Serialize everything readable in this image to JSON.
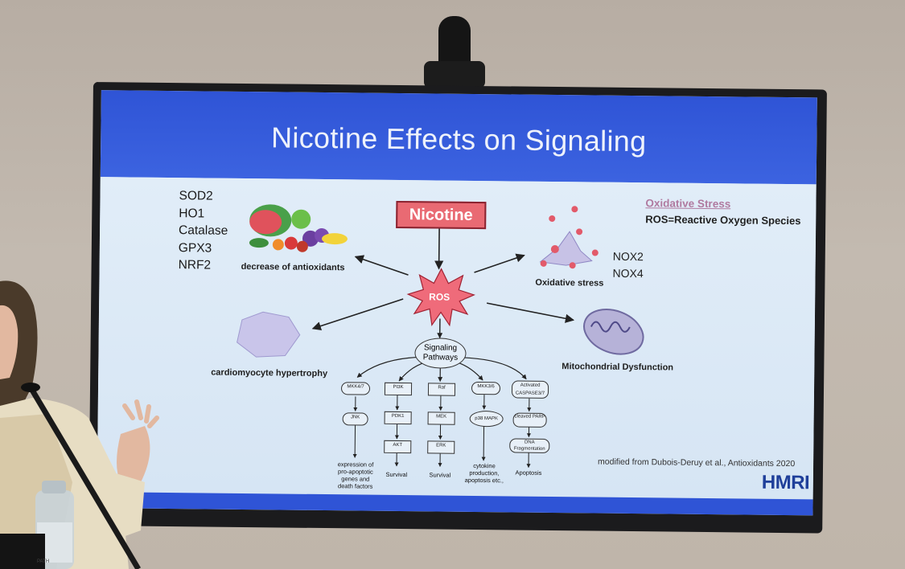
{
  "slide": {
    "title": "Nicotine Effects on Signaling",
    "antioxidant_list": [
      "SOD2",
      "HO1",
      "Catalase",
      "GPX3",
      "NRF2"
    ],
    "nicotine_label": "Nicotine",
    "ros_label": "ROS",
    "oxidative_stress_title": "Oxidative Stress",
    "ros_definition": "ROS=Reactive Oxygen Species",
    "nox_list": [
      "NOX2",
      "NOX4"
    ],
    "captions": {
      "antioxidants": "decrease of antioxidants",
      "oxidative": "Oxidative stress",
      "cardio": "cardiomyocyte hypertrophy",
      "mito": "Mitochondrial Dysfunction"
    },
    "signaling_label_1": "Signaling",
    "signaling_label_2": "Pathways",
    "pathways": {
      "p1": [
        "MKK4/7",
        "JNK"
      ],
      "p2": [
        "PI3K",
        "PDK1",
        "AKT"
      ],
      "p3": [
        "Raf",
        "MEK",
        "ERK"
      ],
      "p4": [
        "MKK3/6",
        "p38 MAPK"
      ],
      "p5": [
        "Activated CASPASE3/7",
        "cleaved PARP",
        "DNA Fragmentation"
      ]
    },
    "outcomes": {
      "o1": [
        "expression of",
        "pro-apoptotic",
        "genes and",
        "death factors"
      ],
      "o2": [
        "Survival"
      ],
      "o3": [
        "Survival"
      ],
      "o4": [
        "cytokine",
        "production,",
        "apoptosis etc.,"
      ],
      "o5": [
        "Apoptosis"
      ]
    },
    "credit": "modified from Dubois-Deruy et al., Antioxidants 2020",
    "logo": "HMRI"
  },
  "bottle_label": "PATH",
  "icons": [
    "camera-icon",
    "fruits-vegetables-icon",
    "ros-burst-icon",
    "oxidative-cell-icon",
    "cardiomyocyte-cell-icon",
    "mitochondrion-icon"
  ],
  "colors": {
    "title_bar": "#2f54d6",
    "content_bg": "#dbe9f7",
    "nicotine_box": "#e96a73",
    "ros_star": "#ef6b7a",
    "logo": "#1f3f9a"
  }
}
